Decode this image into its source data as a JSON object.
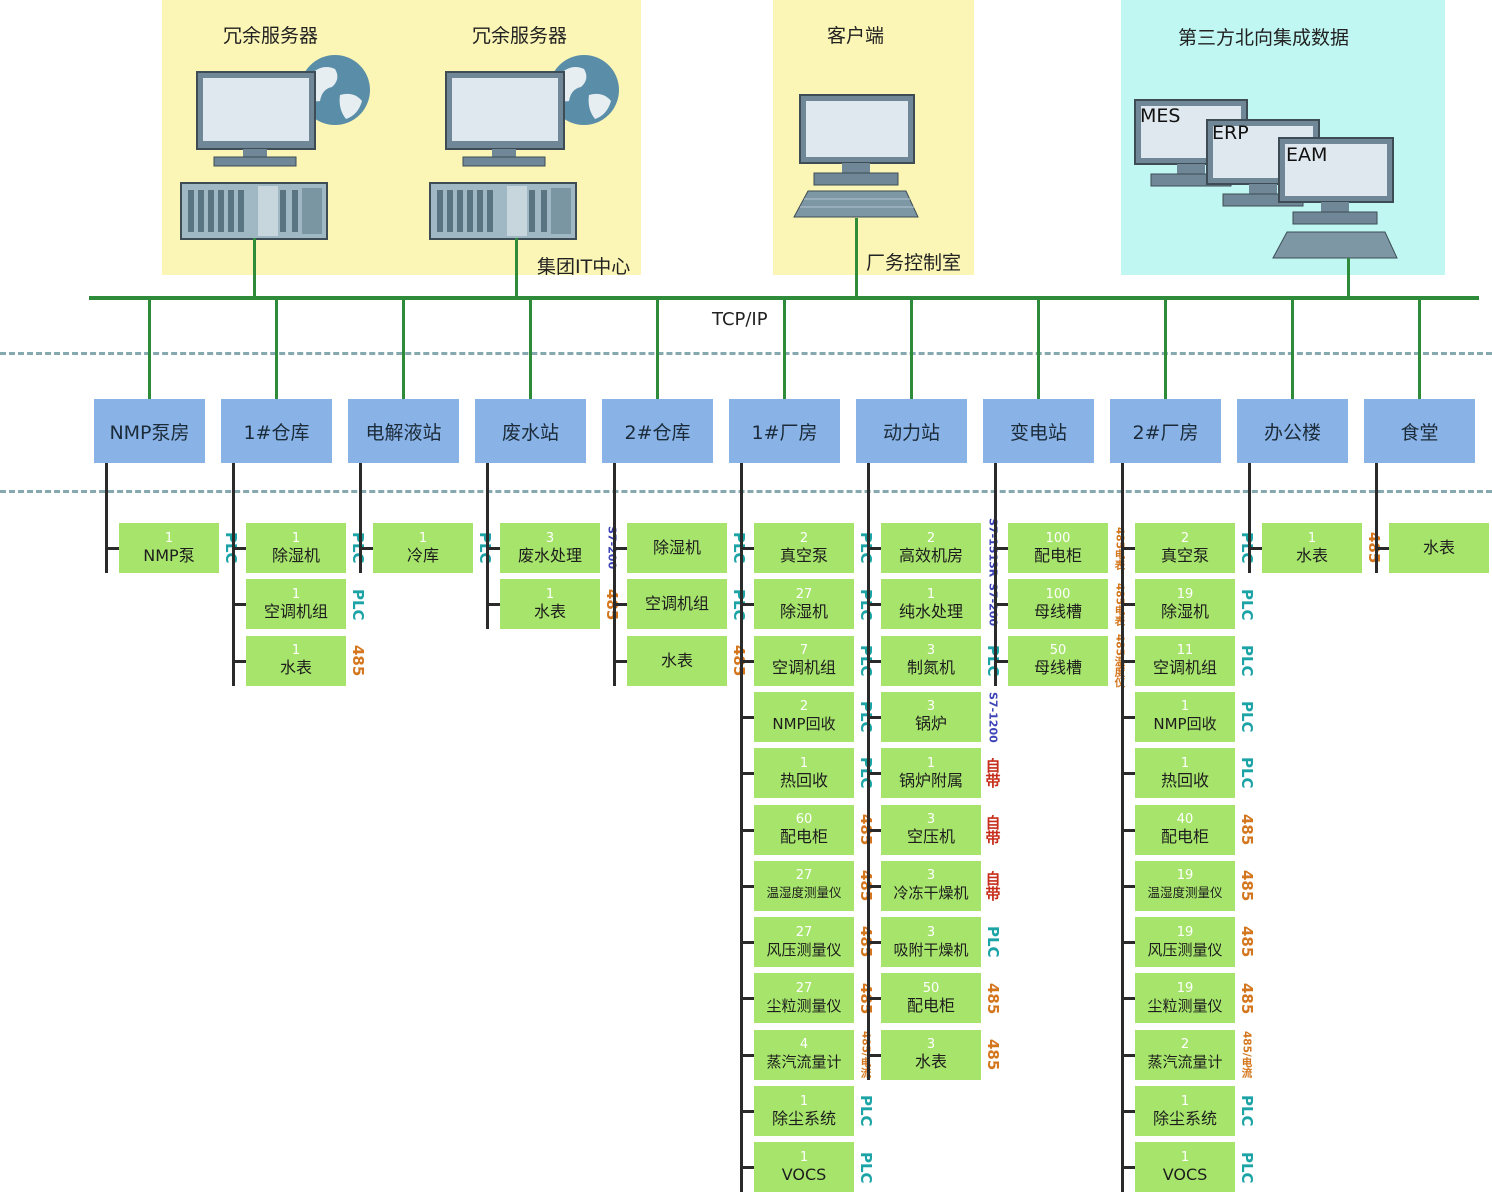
{
  "zones": {
    "it_center": {
      "server1_title": "冗余服务器",
      "server2_title": "冗余服务器",
      "caption": "集团IT中心"
    },
    "control_room": {
      "title": "客户端",
      "caption": "厂务控制室"
    },
    "third_party": {
      "title": "第三方北向集成数据",
      "systems": [
        "MES",
        "ERP",
        "EAM"
      ]
    }
  },
  "network": {
    "label": "TCP/IP"
  },
  "colors": {
    "network_line": "#2e8b3a",
    "station_fill": "#89b3e6",
    "device_fill": "#a6e46b",
    "plc": "#1ba3a5",
    "rs485": "#d4761d",
    "s7": "#3b43b6",
    "self": "#c62d1a"
  },
  "stations": [
    {
      "name": "NMP泵房",
      "devices": [
        {
          "count": "1",
          "name": "NMP泵",
          "proto": "PLC",
          "ptype": "plc"
        }
      ]
    },
    {
      "name": "1#仓库",
      "devices": [
        {
          "count": "1",
          "name": "除湿机",
          "proto": "PLC",
          "ptype": "plc"
        },
        {
          "count": "1",
          "name": "空调机组",
          "proto": "PLC",
          "ptype": "plc"
        },
        {
          "count": "1",
          "name": "水表",
          "proto": "485",
          "ptype": "485"
        }
      ]
    },
    {
      "name": "电解液站",
      "devices": [
        {
          "count": "1",
          "name": "冷库",
          "proto": "PLC",
          "ptype": "plc"
        }
      ]
    },
    {
      "name": "废水站",
      "devices": [
        {
          "count": "3",
          "name": "废水处理",
          "proto": "S7-200",
          "ptype": "s7"
        },
        {
          "count": "1",
          "name": "水表",
          "proto": "485",
          "ptype": "485"
        }
      ]
    },
    {
      "name": "2#仓库",
      "devices": [
        {
          "count": "",
          "name": "除湿机",
          "proto": "PLC",
          "ptype": "plc"
        },
        {
          "count": "",
          "name": "空调机组",
          "proto": "PLC",
          "ptype": "plc"
        },
        {
          "count": "",
          "name": "水表",
          "proto": "485",
          "ptype": "485"
        }
      ]
    },
    {
      "name": "1#厂房",
      "devices": [
        {
          "count": "2",
          "name": "真空泵",
          "proto": "PLC",
          "ptype": "plc"
        },
        {
          "count": "27",
          "name": "除湿机",
          "proto": "PLC",
          "ptype": "plc"
        },
        {
          "count": "7",
          "name": "空调机组",
          "proto": "PLC",
          "ptype": "plc"
        },
        {
          "count": "2",
          "name": "NMP回收",
          "proto": "PLC",
          "ptype": "plc"
        },
        {
          "count": "1",
          "name": "热回收",
          "proto": "PLC",
          "ptype": "plc"
        },
        {
          "count": "60",
          "name": "配电柜",
          "proto": "485",
          "ptype": "485"
        },
        {
          "count": "27",
          "name": "温湿度测量仪",
          "proto": "485",
          "ptype": "485",
          "small": true
        },
        {
          "count": "27",
          "name": "风压测量仪",
          "proto": "485",
          "ptype": "485"
        },
        {
          "count": "27",
          "name": "尘粒测量仪",
          "proto": "485",
          "ptype": "485"
        },
        {
          "count": "4",
          "name": "蒸汽流量计",
          "proto": "485/电流",
          "ptype": "small"
        },
        {
          "count": "1",
          "name": "除尘系统",
          "proto": "PLC",
          "ptype": "plc"
        },
        {
          "count": "1",
          "name": "VOCS",
          "proto": "PLC",
          "ptype": "plc"
        }
      ]
    },
    {
      "name": "动力站",
      "devices": [
        {
          "count": "2",
          "name": "高效机房",
          "proto": "S7-1513R",
          "ptype": "s7"
        },
        {
          "count": "1",
          "name": "纯水处理",
          "proto": "S7-200",
          "ptype": "s7"
        },
        {
          "count": "3",
          "name": "制氮机",
          "proto": "PLC",
          "ptype": "plc"
        },
        {
          "count": "3",
          "name": "锅炉",
          "proto": "S7-1200",
          "ptype": "s7"
        },
        {
          "count": "1",
          "name": "锅炉附属",
          "proto": "自带",
          "ptype": "self"
        },
        {
          "count": "3",
          "name": "空压机",
          "proto": "自带",
          "ptype": "self"
        },
        {
          "count": "3",
          "name": "冷冻干燥机",
          "proto": "自带",
          "ptype": "self"
        },
        {
          "count": "3",
          "name": "吸附干燥机",
          "proto": "PLC",
          "ptype": "plc"
        },
        {
          "count": "50",
          "name": "配电柜",
          "proto": "485",
          "ptype": "485"
        },
        {
          "count": "3",
          "name": "水表",
          "proto": "485",
          "ptype": "485"
        }
      ]
    },
    {
      "name": "变电站",
      "devices": [
        {
          "count": "100",
          "name": "配电柜",
          "proto": "485电表",
          "ptype": "small"
        },
        {
          "count": "100",
          "name": "母线槽",
          "proto": "485电表",
          "ptype": "small"
        },
        {
          "count": "50",
          "name": "母线槽",
          "proto": "485温度仪",
          "ptype": "small"
        }
      ]
    },
    {
      "name": "2#厂房",
      "devices": [
        {
          "count": "2",
          "name": "真空泵",
          "proto": "PLC",
          "ptype": "plc"
        },
        {
          "count": "19",
          "name": "除湿机",
          "proto": "PLC",
          "ptype": "plc"
        },
        {
          "count": "11",
          "name": "空调机组",
          "proto": "PLC",
          "ptype": "plc"
        },
        {
          "count": "1",
          "name": "NMP回收",
          "proto": "PLC",
          "ptype": "plc"
        },
        {
          "count": "1",
          "name": "热回收",
          "proto": "PLC",
          "ptype": "plc"
        },
        {
          "count": "40",
          "name": "配电柜",
          "proto": "485",
          "ptype": "485"
        },
        {
          "count": "19",
          "name": "温湿度测量仪",
          "proto": "485",
          "ptype": "485",
          "small": true
        },
        {
          "count": "19",
          "name": "风压测量仪",
          "proto": "485",
          "ptype": "485"
        },
        {
          "count": "19",
          "name": "尘粒测量仪",
          "proto": "485",
          "ptype": "485"
        },
        {
          "count": "2",
          "name": "蒸汽流量计",
          "proto": "485/电流",
          "ptype": "small"
        },
        {
          "count": "1",
          "name": "除尘系统",
          "proto": "PLC",
          "ptype": "plc"
        },
        {
          "count": "1",
          "name": "VOCS",
          "proto": "PLC",
          "ptype": "plc"
        }
      ]
    },
    {
      "name": "办公楼",
      "devices": [
        {
          "count": "1",
          "name": "水表",
          "proto": "485",
          "ptype": "485"
        }
      ]
    },
    {
      "name": "食堂",
      "devices": [
        {
          "count": "",
          "name": "水表",
          "proto": "485",
          "ptype": "485"
        }
      ]
    }
  ]
}
